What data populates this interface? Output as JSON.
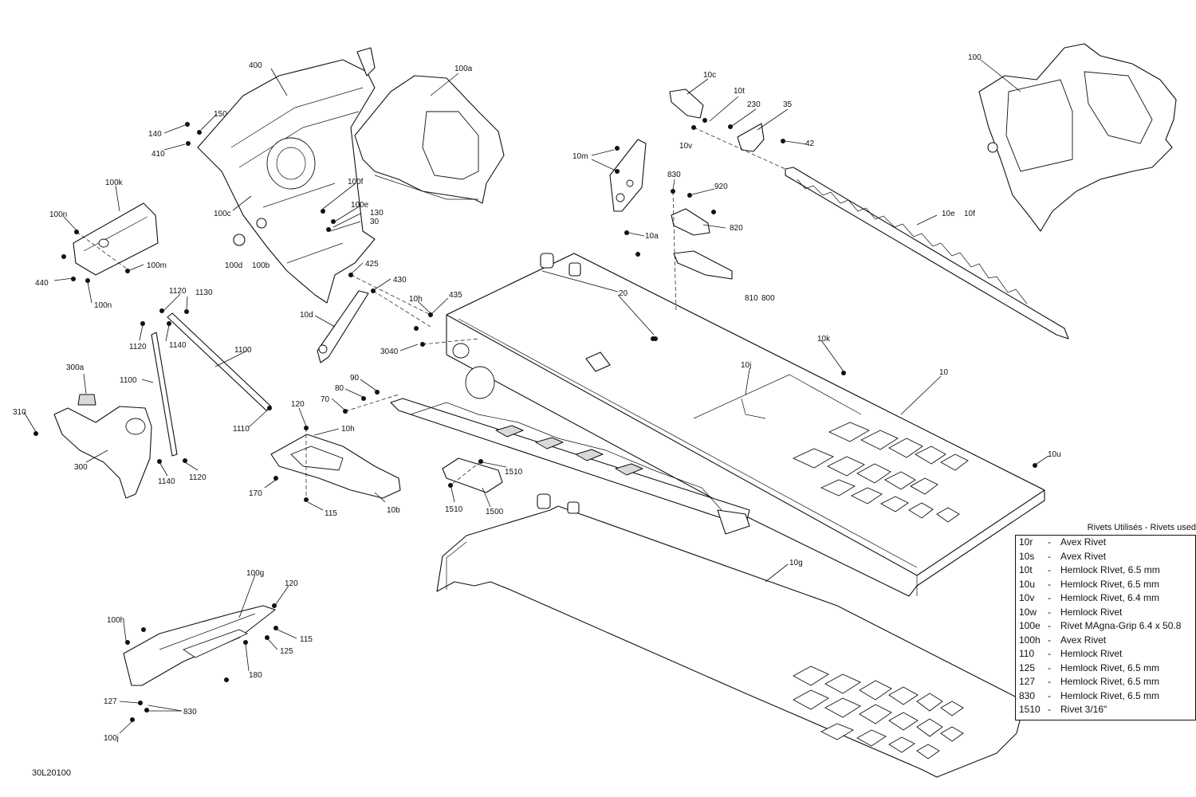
{
  "figure_code": "30L20100",
  "rivet_table": {
    "title": "Rivets Utilisés - Rivets used",
    "rows": [
      {
        "code": "10r",
        "desc": "Avex Rivet"
      },
      {
        "code": "10s",
        "desc": "Avex Rivet"
      },
      {
        "code": "10t",
        "desc": "Hemlock RIvet, 6.5 mm"
      },
      {
        "code": "10u",
        "desc": "Hemlock Rivet, 6.5 mm"
      },
      {
        "code": "10v",
        "desc": "Hemlock Rivet, 6.4 mm"
      },
      {
        "code": "10w",
        "desc": "Hemlock Rivet"
      },
      {
        "code": "100e",
        "desc": "Rivet MAgna-Grip 6.4 x 50.8"
      },
      {
        "code": "100h",
        "desc": "Avex Rivet"
      },
      {
        "code": "110",
        "desc": "Hemlock Rivet"
      },
      {
        "code": "125",
        "desc": "Hemlock Rivet, 6.5 mm"
      },
      {
        "code": "127",
        "desc": "Hemlock Rivet, 6.5 mm"
      },
      {
        "code": "830",
        "desc": "Hemlock Rivet, 6.5 mm"
      },
      {
        "code": "1510",
        "desc": "Rivet 3/16\""
      }
    ]
  },
  "callouts": {
    "c400": "400",
    "c100a": "100a",
    "c100": "100",
    "c10c": "10c",
    "c10t": "10t",
    "c230": "230",
    "c35": "35",
    "c10v": "10v",
    "c42": "42",
    "c150": "150",
    "c140": "140",
    "c410": "410",
    "c10m": "10m",
    "c830a": "830",
    "c920": "920",
    "c100f": "100f",
    "c100k": "100k",
    "c100e": "100e",
    "c130": "130",
    "c30": "30",
    "c100n_a": "100n",
    "c100c": "100c",
    "c820": "820",
    "c10e": "10e",
    "c10f": "10f",
    "c10a": "10a",
    "c100d": "100d",
    "c100b": "100b",
    "c100m": "100m",
    "c440": "440",
    "c425": "425",
    "c100n_b": "100n",
    "c430": "430",
    "c20": "20",
    "c810": "810",
    "c800": "800",
    "c1120a": "1120",
    "c1130": "1130",
    "c10h_a": "10h",
    "c435": "435",
    "c10d": "10d",
    "c1120b": "1120",
    "c1140a": "1140",
    "c3040": "3040",
    "c10k": "10k",
    "c1100a": "1100",
    "c300a": "300a",
    "c1100b": "1100",
    "c10j": "10j",
    "c10": "10",
    "c90": "90",
    "c80": "80",
    "c70": "70",
    "c310": "310",
    "c1110": "1110",
    "c120a": "120",
    "c10h_b": "10h",
    "c300": "300",
    "c1140b": "1140",
    "c1120c": "1120",
    "c170": "170",
    "c1510a": "1510",
    "c115a": "115",
    "c10b": "10b",
    "c1510b": "1510",
    "c1500": "1500",
    "c10u": "10u",
    "c100g": "100g",
    "c120b": "120",
    "c10g": "10g",
    "c100h": "100h",
    "c115b": "115",
    "c125": "125",
    "c180": "180",
    "c127": "127",
    "c830b": "830",
    "c100j": "100j"
  }
}
